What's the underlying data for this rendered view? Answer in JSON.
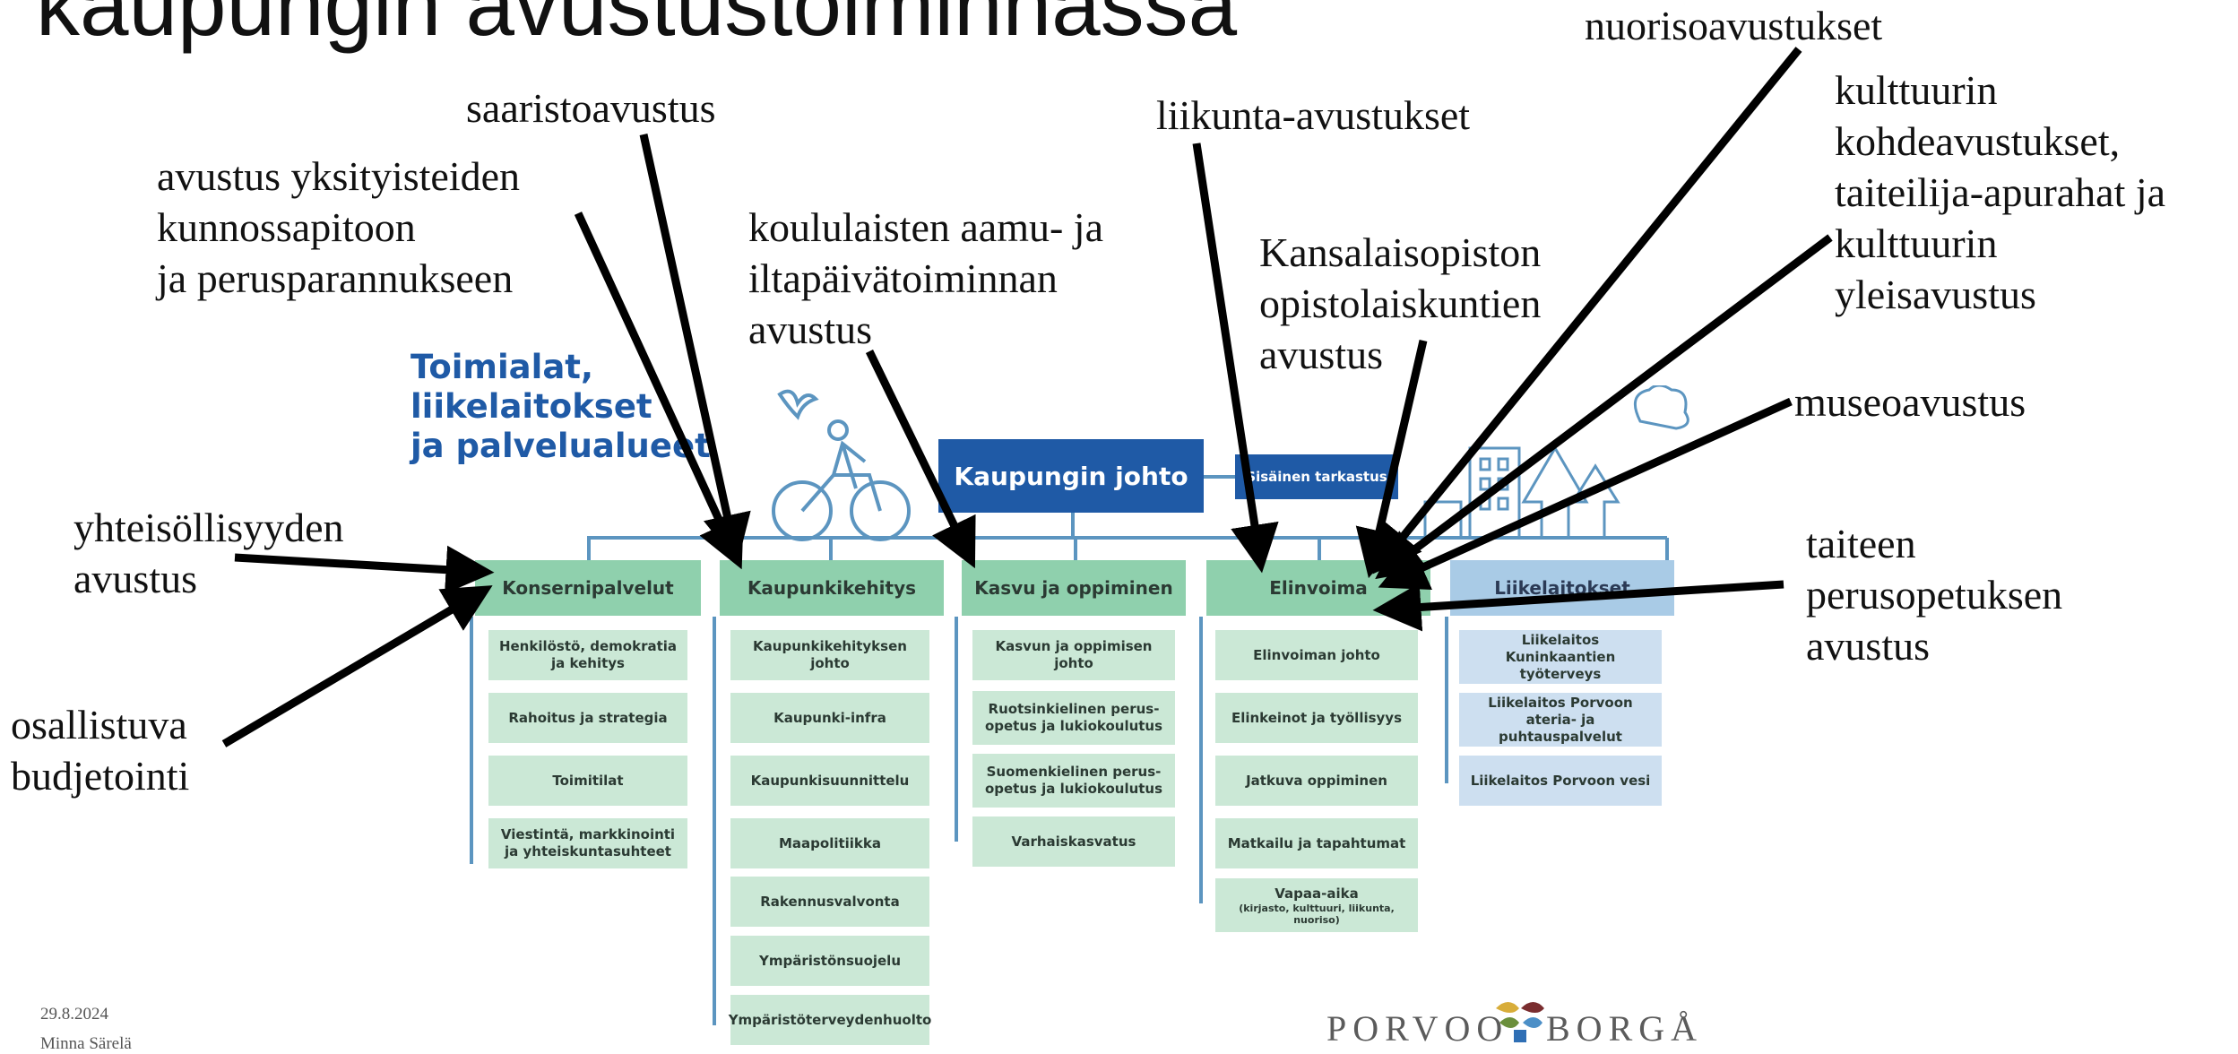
{
  "slide": {
    "title": "kaupungin avustustoiminnassa",
    "date": "29.8.2024",
    "author": "Minna Särelä"
  },
  "org_chart": {
    "heading": "Toimialat,\nliikelaitokset\nja palvelualueet",
    "top": "Kaupungin johto",
    "audit": "Sisäinen tarkastus",
    "columns": [
      {
        "head": "Konsernipalvelut",
        "items": [
          "Henkilöstö, demokratia ja kehitys",
          "Rahoitus ja strategia",
          "Toimitilat",
          "Viestintä, markkinointi ja yhteiskuntasuhteet"
        ]
      },
      {
        "head": "Kaupunkikehitys",
        "items": [
          "Kaupunkikehityksen johto",
          "Kaupunki-infra",
          "Kaupunkisuunnittelu",
          "Maapolitiikka",
          "Rakennusvalvonta",
          "Ympäristönsuojelu",
          "Ympäristöterveydenhuolto"
        ]
      },
      {
        "head": "Kasvu ja oppiminen",
        "items": [
          "Kasvun ja oppimisen johto",
          "Ruotsinkielinen perus-opetus ja lukiokoulutus",
          "Suomenkielinen perus-opetus ja lukiokoulutus",
          "Varhaiskasvatus"
        ]
      },
      {
        "head": "Elinvoima",
        "items": [
          "Elinvoiman johto",
          "Elinkeinot ja työllisyys",
          "Jatkuva oppiminen",
          "Matkailu ja tapahtumat",
          "Vapaa-aika"
        ],
        "last_note": "(kirjasto, kulttuuri, liikunta, nuoriso)"
      },
      {
        "head": "Liikelaitokset",
        "items": [
          "Liikelaitos Kuninkaantien työterveys",
          "Liikelaitos Porvoon ateria- ja puhtauspalvelut",
          "Liikelaitos Porvoon vesi"
        ]
      }
    ]
  },
  "annotations": {
    "saaristo": "saaristoavustus",
    "yksityistie": "avustus yksityisteiden\nkunnossapitoon\nja perusparannukseen",
    "koululaiset": "koululaisten aamu- ja\niltapäivätoiminnan\navustus",
    "liikunta": "liikunta-avustukset",
    "kansalaisopisto": "Kansalaisopiston\nopistolaiskuntien\navustus",
    "nuoriso": "nuorisoavustukset",
    "kulttuuri": "kulttuurin\nkohdeavustukset,\ntaiteilija-apurahat ja\nkulttuurin\nyleisavustus",
    "museo": "museoavustus",
    "taiteen": "taiteen\nperusopetuksen\navustus",
    "yhteisollisyys": "yhteisöllisyyden\navustus",
    "osallistuva": "osallistuva\nbudjetointi"
  },
  "brand": {
    "left": "PORVOO",
    "right": "BORGÅ"
  },
  "colors": {
    "green_head": "#8fd0ad",
    "green_sub": "#cbe8d6",
    "blue_top": "#1f5aa6",
    "blue_head": "#a9cbe6",
    "blue_sub": "#cddff0"
  }
}
